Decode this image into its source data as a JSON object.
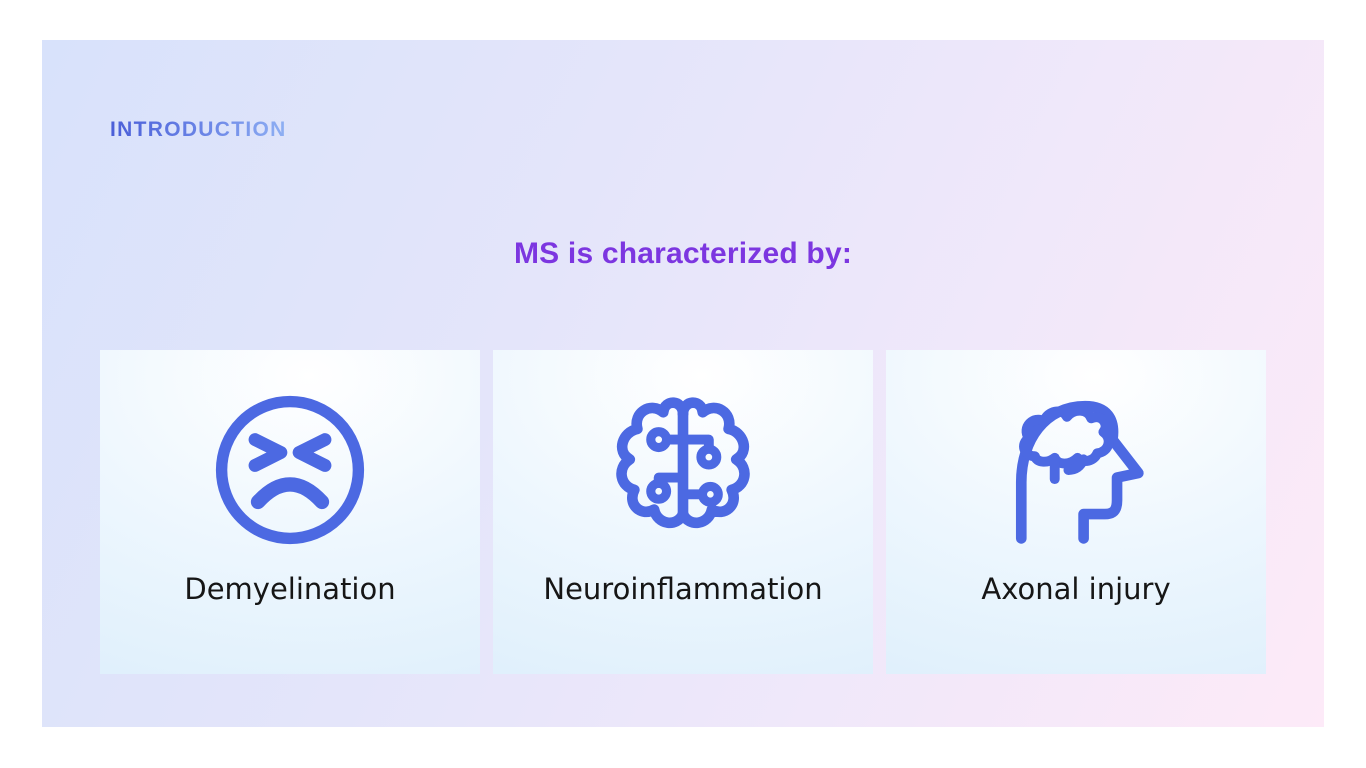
{
  "slide": {
    "kicker": "INTRODUCTION",
    "title": "MS is characterized by:",
    "cards": [
      {
        "label": "Demyelination",
        "icon": "pained-face-icon"
      },
      {
        "label": "Neuroinflammation",
        "icon": "brain-circuit-icon"
      },
      {
        "label": "Axonal injury",
        "icon": "head-profile-brain-icon"
      }
    ],
    "colors": {
      "icon_stroke": "#4c69e2",
      "title_text": "#7c36e0",
      "kicker_gradient_start": "#4a5ed8",
      "kicker_gradient_end": "#8fb0f3",
      "slide_gradient_top_left": "#d8e2fb",
      "slide_gradient_bottom_right": "#fdeaf8",
      "card_background_blue": "#dceefb",
      "card_label_text": "#161616"
    }
  }
}
